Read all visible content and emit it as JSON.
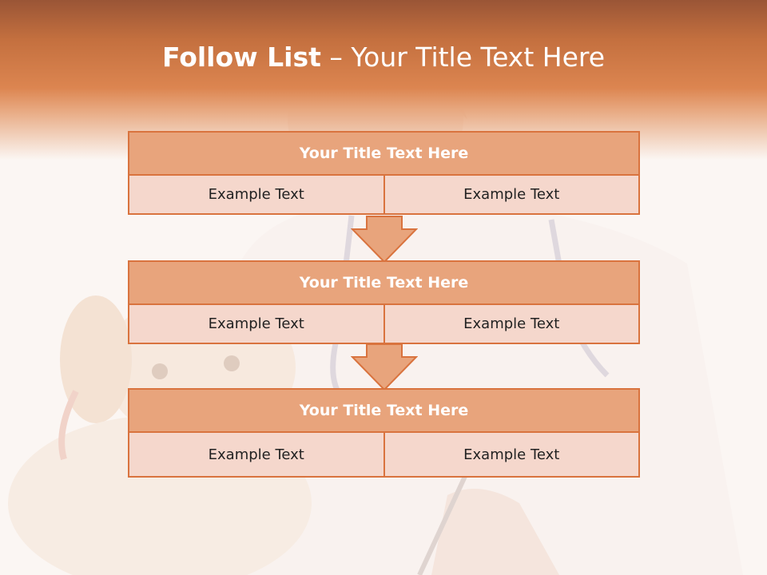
{
  "slide": {
    "title_strong": "Follow List",
    "title_rest": " – Your Title Text Here"
  },
  "blocks": [
    {
      "title": "Your Title Text Here",
      "left": "Example Text",
      "right": "Example Text"
    },
    {
      "title": "Your Title Text Here",
      "left": "Example Text",
      "right": "Example Text"
    },
    {
      "title": "Your Title Text Here",
      "left": "Example Text",
      "right": "Example Text"
    }
  ],
  "colors": {
    "header": "#dc8550",
    "block_title_fill": "#e8a47c",
    "block_border": "#d9733e",
    "cell_fill": "#f5d7cc",
    "arrow_fill": "#e8a47c"
  },
  "icons": [
    "down-arrow-icon"
  ]
}
